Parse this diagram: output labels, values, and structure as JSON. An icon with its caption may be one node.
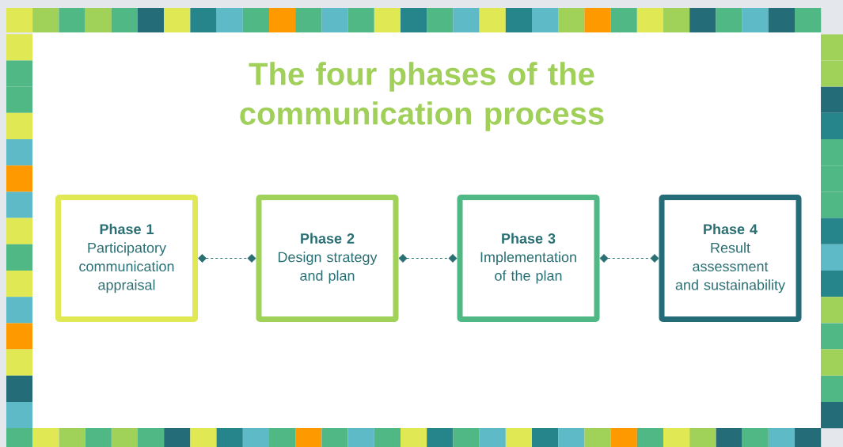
{
  "diagram": {
    "title": "The four phases of the communication process",
    "nodes": [
      {
        "text": [
          "Phase 1",
          "Participatory communication appraisal"
        ]
      },
      {
        "text": [
          "Phase 2",
          "Design strategy and plan"
        ]
      },
      {
        "text": [
          "Phase 3",
          "Implementation of the plan"
        ]
      },
      {
        "text": [
          "Phase 4",
          "Result assessment and sustainability"
        ]
      }
    ],
    "edges": [
      {
        "from": 0,
        "to": 1,
        "arrow": "other",
        "style": "dashed"
      },
      {
        "from": 1,
        "to": 2,
        "arrow": "other",
        "style": "dashed"
      },
      {
        "from": 2,
        "to": 3,
        "arrow": "other",
        "style": "dashed"
      }
    ]
  }
}
